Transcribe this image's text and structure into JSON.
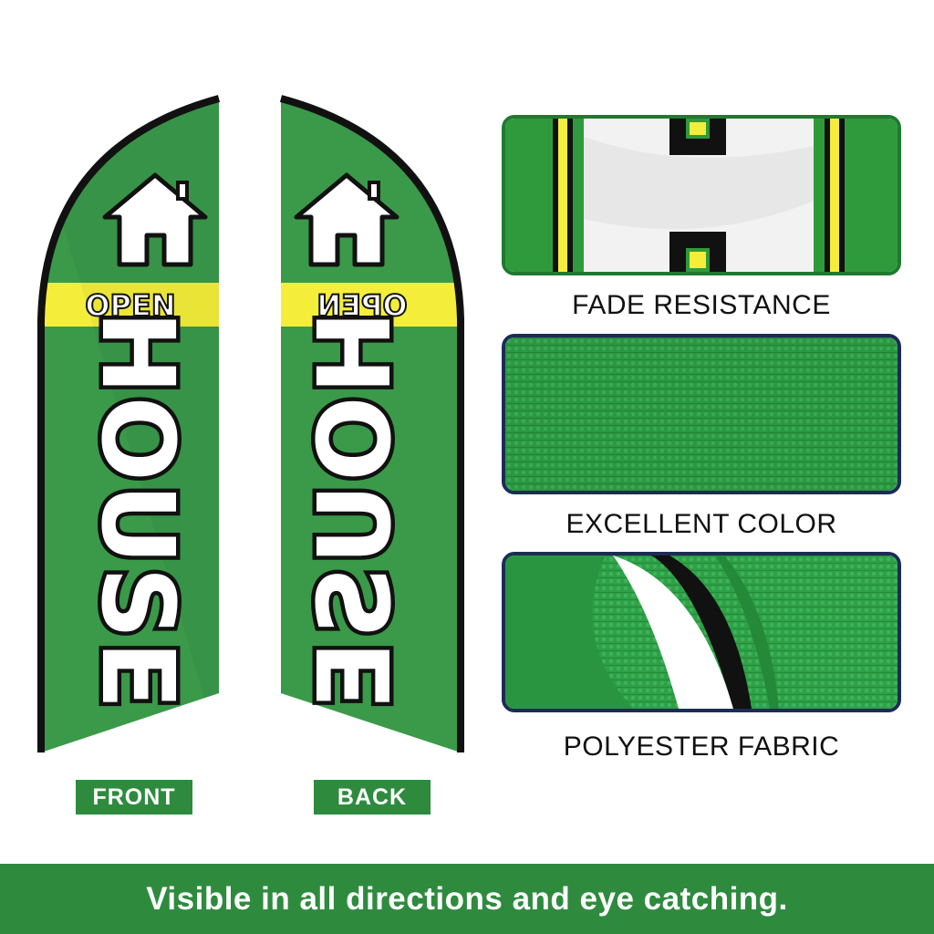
{
  "flags": {
    "open_text": "OPEN",
    "house_letters": [
      "H",
      "O",
      "U",
      "S",
      "E"
    ],
    "front_label": "FRONT",
    "back_label": "BACK"
  },
  "features": [
    {
      "caption": "FADE RESISTANCE"
    },
    {
      "caption": "EXCELLENT COLOR"
    },
    {
      "caption": "POLYESTER FABRIC"
    }
  ],
  "banner": {
    "text": "Visible in all directions and eye catching."
  },
  "colors": {
    "flag_green": "#3a9a4a",
    "label_green": "#2e8b3e",
    "yellow_band": "#f4ee3a",
    "panel_border_green": "#1e7a30",
    "panel_border_navy": "#1c2c55"
  },
  "icons": {
    "house": "house-icon"
  }
}
